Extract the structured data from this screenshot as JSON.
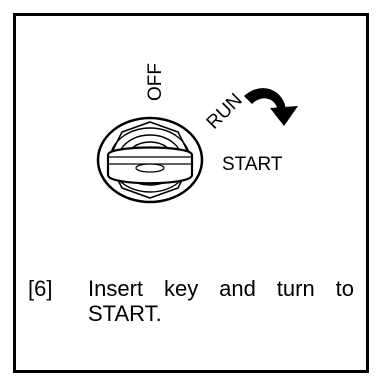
{
  "labels": {
    "off": "OFF",
    "run": "RUN",
    "start": "START"
  },
  "caption": {
    "step": "[6]",
    "line1": "Insert key and turn to",
    "line2": "START."
  },
  "icons": {
    "switch": "ignition-key-switch-icon",
    "arrow": "clockwise-turn-arrow-icon"
  }
}
